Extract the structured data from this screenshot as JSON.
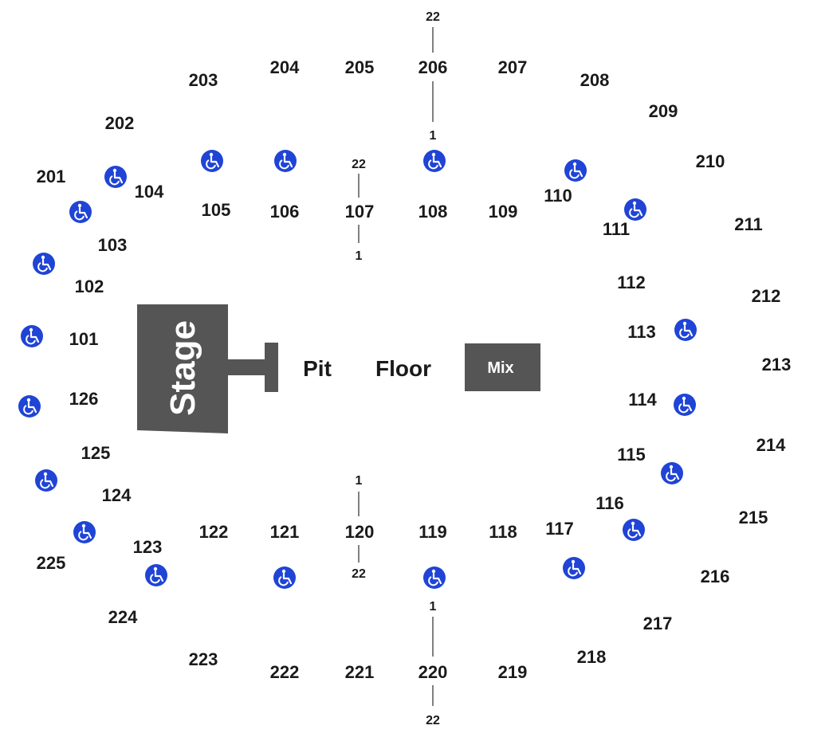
{
  "venue": {
    "stage": "Stage",
    "pit": "Pit",
    "floor": "Floor",
    "mix": "Mix",
    "colors": {
      "blocks": "#555555",
      "accessible_icon": "#1f44d6",
      "text": "#1a1a1a"
    },
    "accessible_icon_name": "wheelchair-icon"
  },
  "row_markers": {
    "s206_top": "22",
    "s206_bottom": "1",
    "s107_top": "22",
    "s107_bottom": "1",
    "s120_top": "1",
    "s120_bottom": "22",
    "s220_top": "1",
    "s220_bottom": "22"
  },
  "sections": {
    "s101": "101",
    "s102": "102",
    "s103": "103",
    "s104": "104",
    "s105": "105",
    "s106": "106",
    "s107": "107",
    "s108": "108",
    "s109": "109",
    "s110": "110",
    "s111": "111",
    "s112": "112",
    "s113": "113",
    "s114": "114",
    "s115": "115",
    "s116": "116",
    "s117": "117",
    "s118": "118",
    "s119": "119",
    "s120": "120",
    "s121": "121",
    "s122": "122",
    "s123": "123",
    "s124": "124",
    "s125": "125",
    "s126": "126",
    "s201": "201",
    "s202": "202",
    "s203": "203",
    "s204": "204",
    "s205": "205",
    "s206": "206",
    "s207": "207",
    "s208": "208",
    "s209": "209",
    "s210": "210",
    "s211": "211",
    "s212": "212",
    "s213": "213",
    "s214": "214",
    "s215": "215",
    "s216": "216",
    "s217": "217",
    "s218": "218",
    "s219": "219",
    "s220": "220",
    "s221": "221",
    "s222": "222",
    "s223": "223",
    "s224": "224",
    "s225": "225"
  }
}
